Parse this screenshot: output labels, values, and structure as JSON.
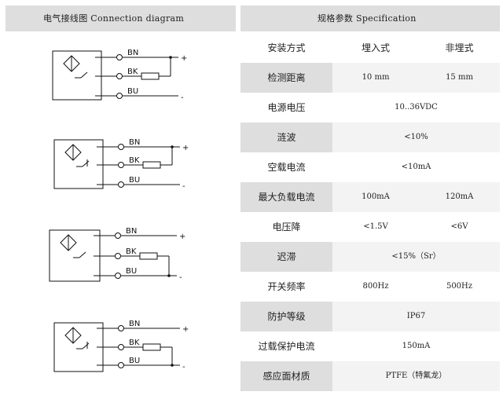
{
  "left_header": "电气接线图 Connection diagram",
  "right_header": "规格参数 Specification",
  "wire_labels": {
    "bn": "BN",
    "bk": "BK",
    "bu": "BU",
    "plus": "+",
    "minus": "-"
  },
  "spec_rows": [
    {
      "label": "安装方式",
      "values": [
        "埋入式",
        "非埋式"
      ],
      "cjk": true
    },
    {
      "label": "检测距离",
      "values": [
        "10 mm",
        "15 mm"
      ]
    },
    {
      "label": "电源电压",
      "values": [
        "10..36VDC"
      ]
    },
    {
      "label": "涟波",
      "values": [
        "<10%"
      ]
    },
    {
      "label": "空载电流",
      "values": [
        "<10mA"
      ]
    },
    {
      "label": "最大负载电流",
      "values": [
        "100mA",
        "120mA"
      ]
    },
    {
      "label": "电压降",
      "values": [
        "<1.5V",
        "<6V"
      ]
    },
    {
      "label": "迟滞",
      "values": [
        "<15%（Sr）"
      ]
    },
    {
      "label": "开关频率",
      "values": [
        "800Hz",
        "500Hz"
      ]
    },
    {
      "label": "防护等级",
      "values": [
        "IP67"
      ]
    },
    {
      "label": "过载保护电流",
      "values": [
        "150mA"
      ]
    },
    {
      "label": "感应面材质",
      "values": [
        "PTFE（特氟龙）"
      ]
    }
  ]
}
